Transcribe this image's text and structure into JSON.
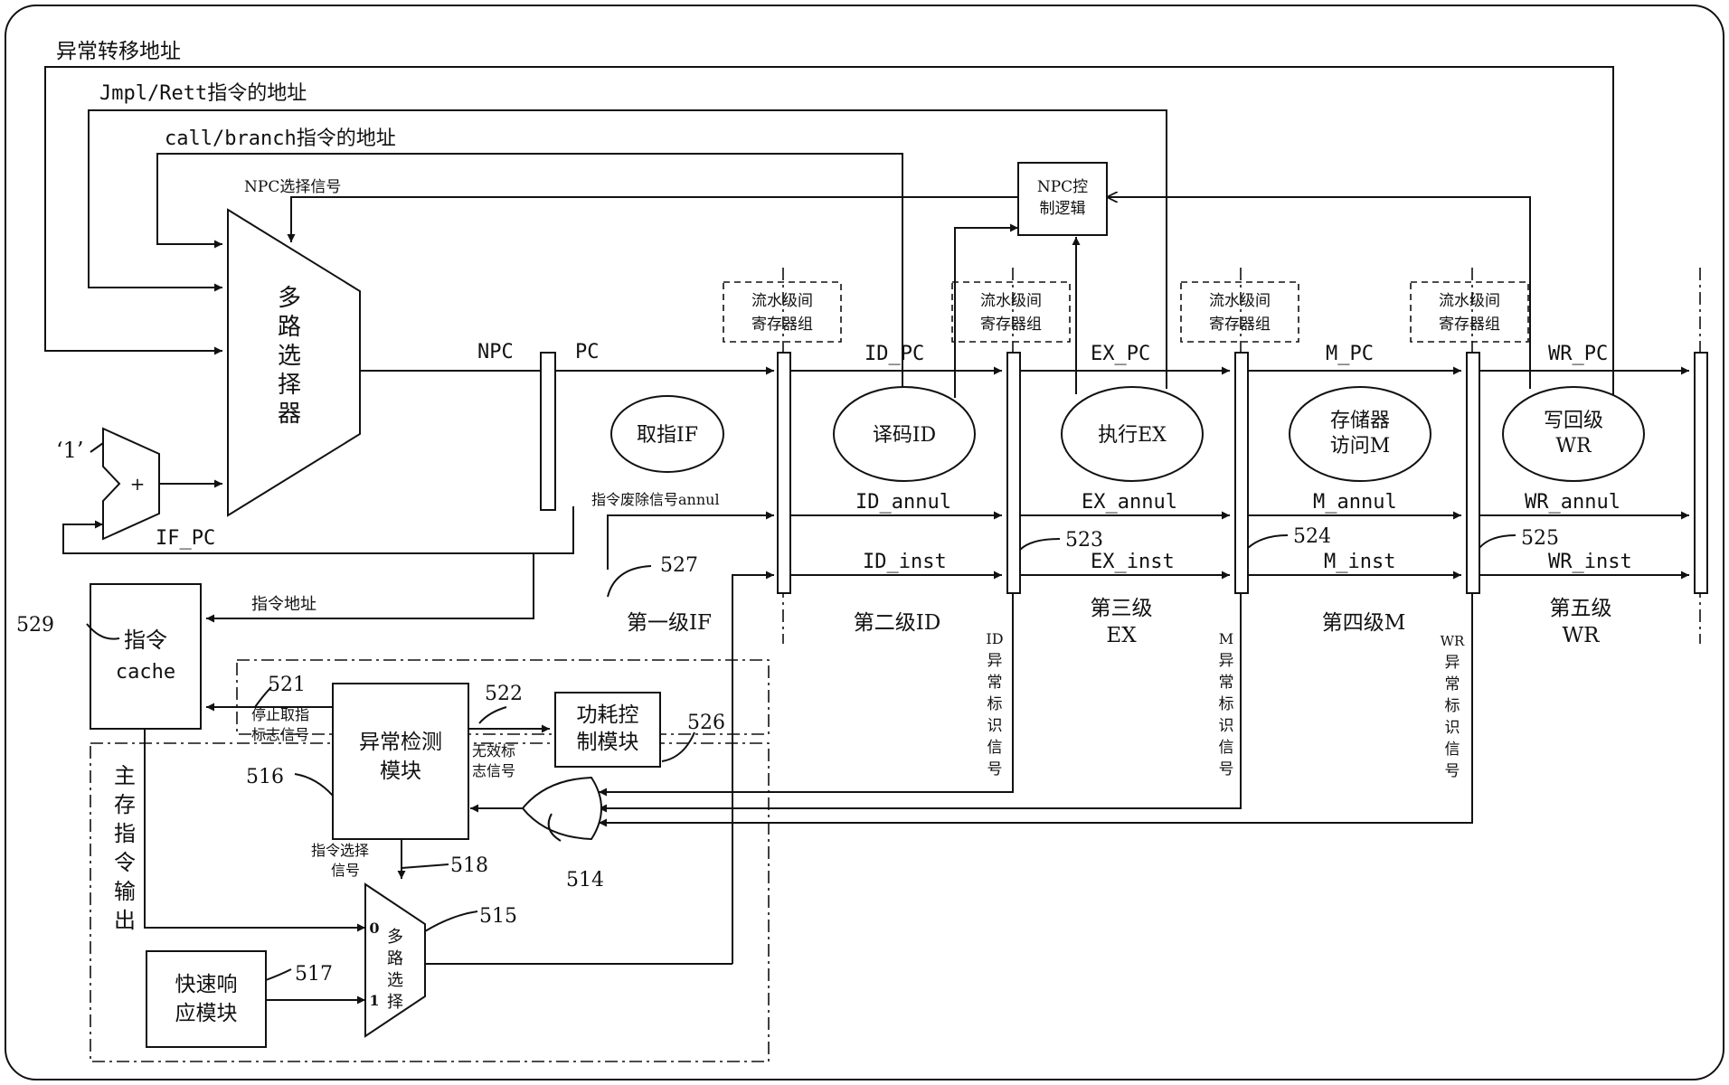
{
  "buses": {
    "exception_addr": "异常转移地址",
    "jmpl_addr": "Jmpl/Rett指令的地址",
    "call_addr": "call/branch指令的地址",
    "npc_select": "NPC选择信号"
  },
  "npc_ctrl": [
    "NPC控",
    "制逻辑"
  ],
  "mux_main": [
    "多",
    "路",
    "选",
    "择",
    "器"
  ],
  "adder": {
    "const": "‘1’",
    "plus": "+"
  },
  "signals": {
    "npc": "NPC",
    "pc": "PC",
    "if_pc": "IF_PC",
    "id_pc": "ID_PC",
    "ex_pc": "EX_PC",
    "m_pc": "M_PC",
    "wr_pc": "WR_PC",
    "annul_sig": "指令废除信号annul",
    "id_annul": "ID_annul",
    "ex_annul": "EX_annul",
    "m_annul": "M_annul",
    "wr_annul": "WR_annul",
    "id_inst": "ID_inst",
    "ex_inst": "EX_inst",
    "m_inst": "M_inst",
    "wr_inst": "WR_inst",
    "inst_addr": "指令地址",
    "stop_fetch": [
      "停止取指",
      "标志信号"
    ],
    "invalid_flag": [
      "无效标",
      "志信号"
    ],
    "inst_select": [
      "指令选择",
      "信号"
    ],
    "main_mem_out": [
      "主",
      "存",
      "指",
      "令",
      "输",
      "出"
    ]
  },
  "pipe_reg_label": [
    "流水级间",
    "寄存器组"
  ],
  "stages": {
    "if_ellipse": "取指IF",
    "id_ellipse": "译码ID",
    "ex_ellipse": "执行EX",
    "m_ellipse": [
      "存储器",
      "访问M"
    ],
    "wr_ellipse": [
      "写回级",
      "WR"
    ],
    "stage1": "第一级IF",
    "stage2": "第二级ID",
    "stage3": [
      "第三级",
      "EX"
    ],
    "stage4": "第四级M",
    "stage5": [
      "第五级",
      "WR"
    ]
  },
  "exc_flags": {
    "id": [
      "ID",
      "异",
      "常",
      "标",
      "识",
      "信",
      "号"
    ],
    "m": [
      "M",
      "异",
      "常",
      "标",
      "识",
      "信",
      "号"
    ],
    "wr": [
      "WR",
      "异",
      "常",
      "标",
      "识",
      "信",
      "号"
    ]
  },
  "modules": {
    "icache": [
      "指令",
      "cache"
    ],
    "exc_detect": [
      "异常检测",
      "模块"
    ],
    "power_ctrl": [
      "功耗控",
      "制模块"
    ],
    "fast_resp": [
      "快速响",
      "应模块"
    ],
    "mux_small": [
      "多",
      "路",
      "选",
      "择"
    ],
    "mux_in0": "0",
    "mux_in1": "1"
  },
  "refs": {
    "r514": "514",
    "r515": "515",
    "r516": "516",
    "r517": "517",
    "r518": "518",
    "r521": "521",
    "r522": "522",
    "r523": "523",
    "r524": "524",
    "r525": "525",
    "r526": "526",
    "r527": "527",
    "r529": "529"
  }
}
